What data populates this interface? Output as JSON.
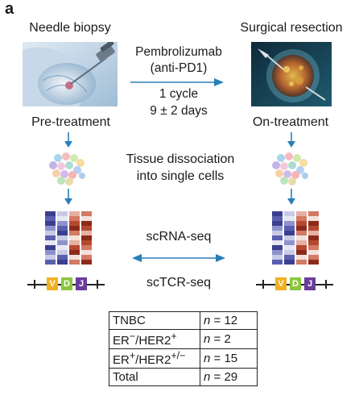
{
  "panel_label": "a",
  "left": {
    "title": "Needle biopsy",
    "stage": "Pre-treatment"
  },
  "right": {
    "title": "Surgical resection",
    "stage": "On-treatment"
  },
  "treatment": {
    "line1": "Pembrolizumab",
    "line2": "(anti-PD1)",
    "line3": "1 cycle",
    "line4": "9 ± 2 days"
  },
  "dissociation": {
    "line1": "Tissue dissociation",
    "line2": "into single cells"
  },
  "sequencing": {
    "line1": "scRNA-seq",
    "line2": "scTCR-seq"
  },
  "vdj": {
    "v": "V",
    "d": "D",
    "j": "J"
  },
  "cohort": [
    {
      "subtype": "TNBC",
      "sup1": "",
      "mid": "",
      "sup2": "",
      "n_label": "n",
      "n_value": "= 12"
    },
    {
      "subtype": "ER",
      "sup1": "−",
      "mid": "/HER2",
      "sup2": "+",
      "n_label": "n",
      "n_value": "= 2"
    },
    {
      "subtype": "ER",
      "sup1": "+",
      "mid": "/HER2",
      "sup2": "+/−",
      "n_label": "n",
      "n_value": "= 15"
    },
    {
      "subtype": "Total",
      "sup1": "",
      "mid": "",
      "sup2": "",
      "n_label": "n",
      "n_value": "= 29"
    }
  ],
  "colors": {
    "arrow": "#2a7fb8",
    "v": "#f2b01e",
    "d": "#8cc63f",
    "j": "#6a3d9a"
  }
}
